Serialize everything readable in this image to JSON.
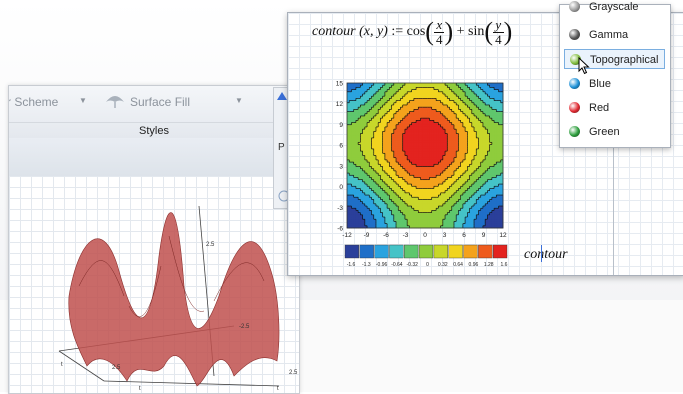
{
  "ribbon": {
    "color_scheme_label": "r Scheme",
    "surface_fill_label": "Surface Fill",
    "group_label": "Styles"
  },
  "back_plot": {
    "tick_labels": [
      "2.5",
      "2.5",
      "-2.5",
      "2.5",
      "t",
      "t",
      "t"
    ],
    "surface_color": "#c0504d"
  },
  "formula": {
    "fn": "contour",
    "args": "(x, y)",
    "assign": ":=",
    "cos": "cos",
    "sin": "sin",
    "plus": "+",
    "num1": "x",
    "den1": "4",
    "num2": "y",
    "den2": "4"
  },
  "contour_label": "contour",
  "chart_data": {
    "type": "heatmap",
    "title": "",
    "xlabel": "",
    "ylabel": "",
    "x_ticks": [
      "-12",
      "-9",
      "-6",
      "-3",
      "0",
      "3",
      "6",
      "9",
      "12"
    ],
    "y_ticks": [
      "15",
      "12",
      "9",
      "6",
      "3",
      "0",
      "-3",
      "-6"
    ],
    "xlim": [
      -12,
      12
    ],
    "ylim": [
      -6,
      15
    ],
    "function": "cos(x/4) + sin(y/4)",
    "colorbar_labels": [
      "-1.6",
      "-1.3",
      "-0.96",
      "-0.64",
      "-0.32",
      "0",
      "0.32",
      "0.64",
      "0.96",
      "1.28",
      "1.6"
    ],
    "colormap": "Topographical",
    "colors": [
      "#2a3f9a",
      "#1f6fc8",
      "#2aa3df",
      "#45c3c7",
      "#5fc76d",
      "#8fcc3c",
      "#c8d72a",
      "#f1d41f",
      "#f4a21c",
      "#ee5b1d",
      "#e3231f"
    ]
  },
  "menu": {
    "items": [
      {
        "label": "Grayscale",
        "color": "#9a9a9a"
      },
      {
        "label": "Gamma",
        "color": "#555555"
      },
      {
        "label": "Topographical",
        "color": "#7dbb3a"
      },
      {
        "label": "Blue",
        "color": "#1a8fd6"
      },
      {
        "label": "Red",
        "color": "#e0262e"
      },
      {
        "label": "Green",
        "color": "#2a9d3a"
      }
    ],
    "selected": "Topographical"
  }
}
